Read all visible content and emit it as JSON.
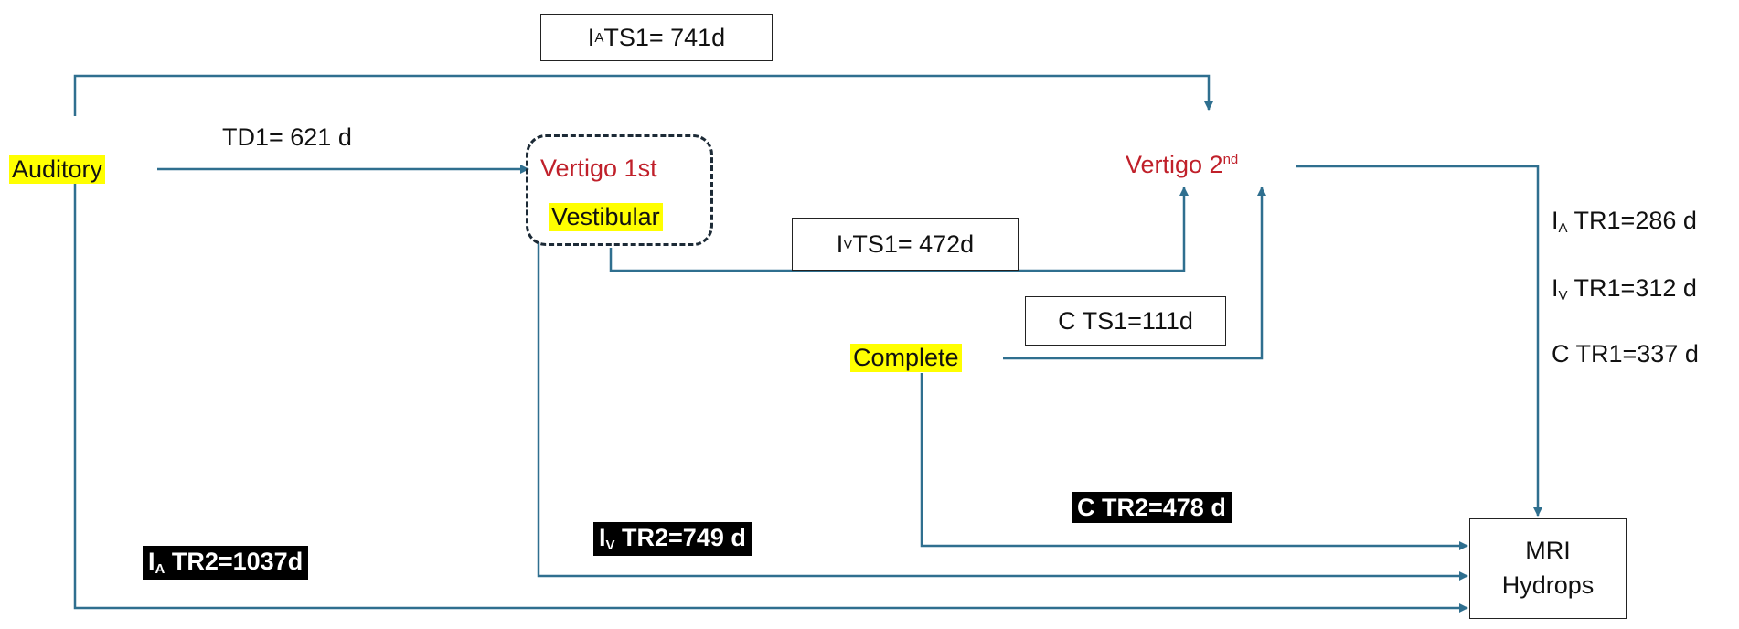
{
  "nodes": {
    "auditory": "Auditory",
    "vertigo_first": "Vertigo 1st",
    "vestibular": "Vestibular",
    "vertigo_second": "Vertigo 2",
    "vertigo_second_sup": "nd",
    "complete": "Complete",
    "mri_line1": "MRI",
    "mri_line2": "Hydrops"
  },
  "labels": {
    "ia_ts1": {
      "base": "I",
      "sub": "A",
      "rest": " TS1= 741d"
    },
    "td1": "TD1= 621 d",
    "iv_ts1": {
      "base": "I",
      "sub": "V",
      "rest": " TS1= 472d"
    },
    "c_ts1": "C TS1=111d",
    "ia_tr1": {
      "base": "I",
      "sub": "A",
      "rest": " TR1=286 d"
    },
    "iv_tr1": {
      "base": "I",
      "sub": "V",
      "rest": " TR1=312 d"
    },
    "c_tr1": "C TR1=337 d",
    "c_tr2": "C TR2=478 d",
    "iv_tr2": {
      "base": "I",
      "sub": "V",
      "rest": " TR2=749 d"
    },
    "ia_tr2": {
      "base": "I",
      "sub": "A",
      "rest": " TR2=1037d"
    }
  },
  "colors": {
    "arrow": "#2f6f8f",
    "highlight": "#ffff00",
    "vertigo_text": "#c0202a",
    "dashed_border": "#1c2a36",
    "black_label": "#000000"
  }
}
